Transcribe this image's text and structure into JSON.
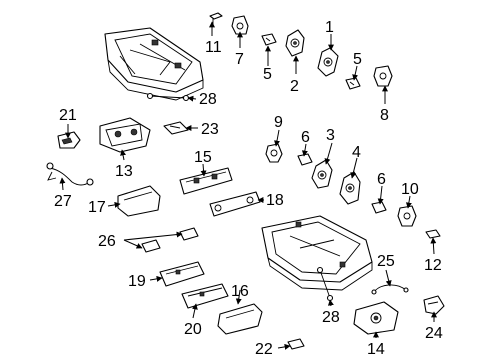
{
  "callouts": [
    {
      "id": "c1",
      "label": "1"
    },
    {
      "id": "c2",
      "label": "2"
    },
    {
      "id": "c3",
      "label": "3"
    },
    {
      "id": "c4",
      "label": "4"
    },
    {
      "id": "c5a",
      "label": "5"
    },
    {
      "id": "c5b",
      "label": "5"
    },
    {
      "id": "c6a",
      "label": "6"
    },
    {
      "id": "c6b",
      "label": "6"
    },
    {
      "id": "c7",
      "label": "7"
    },
    {
      "id": "c8",
      "label": "8"
    },
    {
      "id": "c9",
      "label": "9"
    },
    {
      "id": "c10",
      "label": "10"
    },
    {
      "id": "c11",
      "label": "11"
    },
    {
      "id": "c12",
      "label": "12"
    },
    {
      "id": "c13",
      "label": "13"
    },
    {
      "id": "c14",
      "label": "14"
    },
    {
      "id": "c15",
      "label": "15"
    },
    {
      "id": "c16",
      "label": "16"
    },
    {
      "id": "c17",
      "label": "17"
    },
    {
      "id": "c18",
      "label": "18"
    },
    {
      "id": "c19",
      "label": "19"
    },
    {
      "id": "c20",
      "label": "20"
    },
    {
      "id": "c21",
      "label": "21"
    },
    {
      "id": "c22",
      "label": "22"
    },
    {
      "id": "c23",
      "label": "23"
    },
    {
      "id": "c24",
      "label": "24"
    },
    {
      "id": "c25",
      "label": "25"
    },
    {
      "id": "c26",
      "label": "26"
    },
    {
      "id": "c27",
      "label": "27"
    },
    {
      "id": "c28a",
      "label": "28"
    },
    {
      "id": "c28b",
      "label": "28"
    }
  ]
}
